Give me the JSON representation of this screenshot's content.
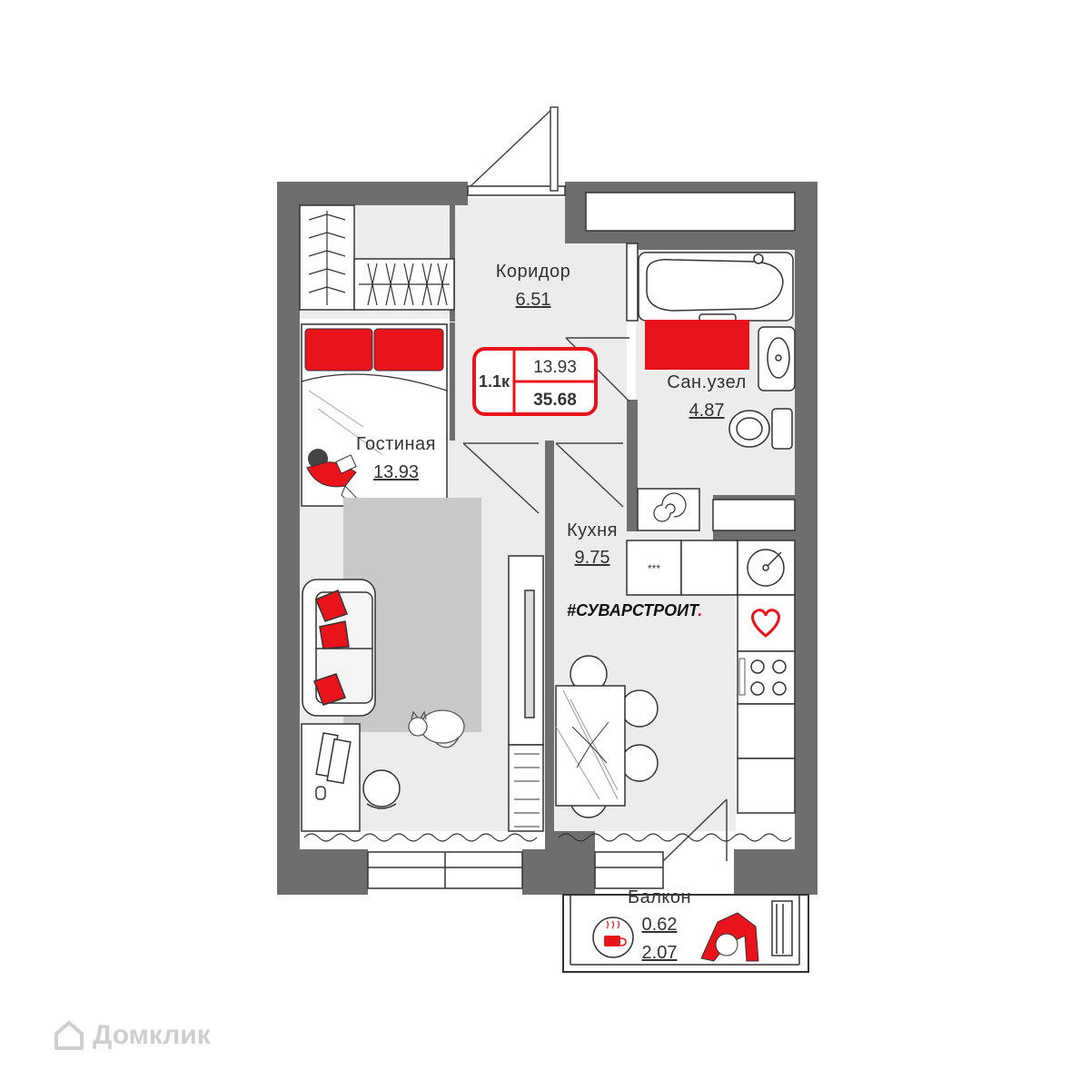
{
  "rooms": {
    "corridor": {
      "name": "Коридор",
      "area": "6.51"
    },
    "living": {
      "name": "Гостиная",
      "area": "13.93"
    },
    "bathroom": {
      "name": "Сан.узел",
      "area": "4.87"
    },
    "kitchen": {
      "name": "Кухня",
      "area": "9.75"
    },
    "balcony": {
      "name": "Балкон",
      "area": "0.62",
      "area_full": "2.07"
    }
  },
  "summary": {
    "type": "1.1к",
    "living_area": "13.93",
    "total_area": "35.68"
  },
  "appliance_label": "***",
  "brand": {
    "hashtag": "#СУВАРСТРОИТ",
    "dot": "."
  },
  "watermark": {
    "text": "Домклик"
  },
  "colors": {
    "wall": "#6e6e6e",
    "accent": "#e8131b",
    "floor": "#e9e9e9",
    "rug": "#c9c9c9",
    "text": "#333333"
  }
}
